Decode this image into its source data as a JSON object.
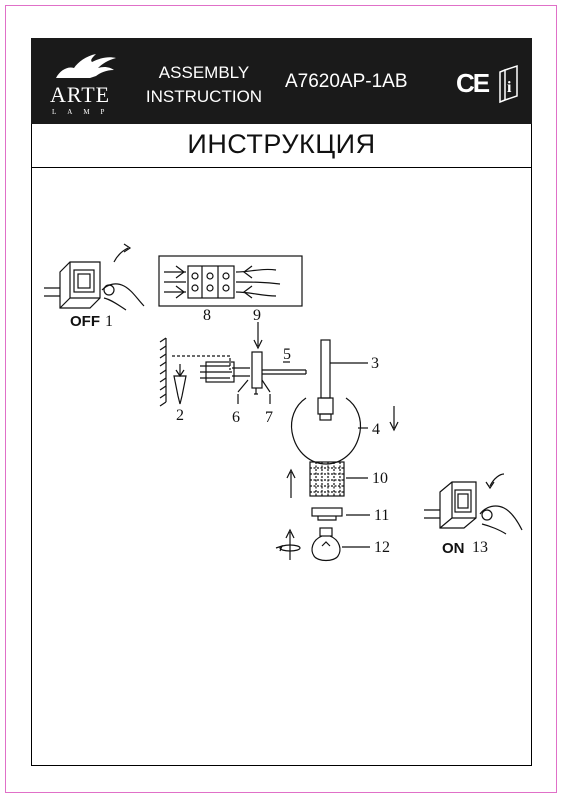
{
  "header": {
    "brand": "ARTE",
    "brand_sub": "LAMP",
    "assembly_line1": "ASSEMBLY",
    "assembly_line2": "INSTRUCTION",
    "model": "A7620AP-1AB",
    "ce_mark": "CE",
    "icons": [
      "lion-logo-icon",
      "ce-mark-icon",
      "info-manual-icon"
    ]
  },
  "title": "ИНСТРУКЦИЯ",
  "step_labels": {
    "off": "OFF",
    "off_num": "1",
    "on": "ON",
    "on_num": "13",
    "n2": "2",
    "n3": "3",
    "n4": "4",
    "n5": "5",
    "n6": "6",
    "n7": "7",
    "n8": "8",
    "n9": "9",
    "n10": "10",
    "n11": "11",
    "n12": "12"
  },
  "colors": {
    "frame": "#e070c8",
    "header_bg": "#1a1a1a",
    "ink": "#111111"
  }
}
